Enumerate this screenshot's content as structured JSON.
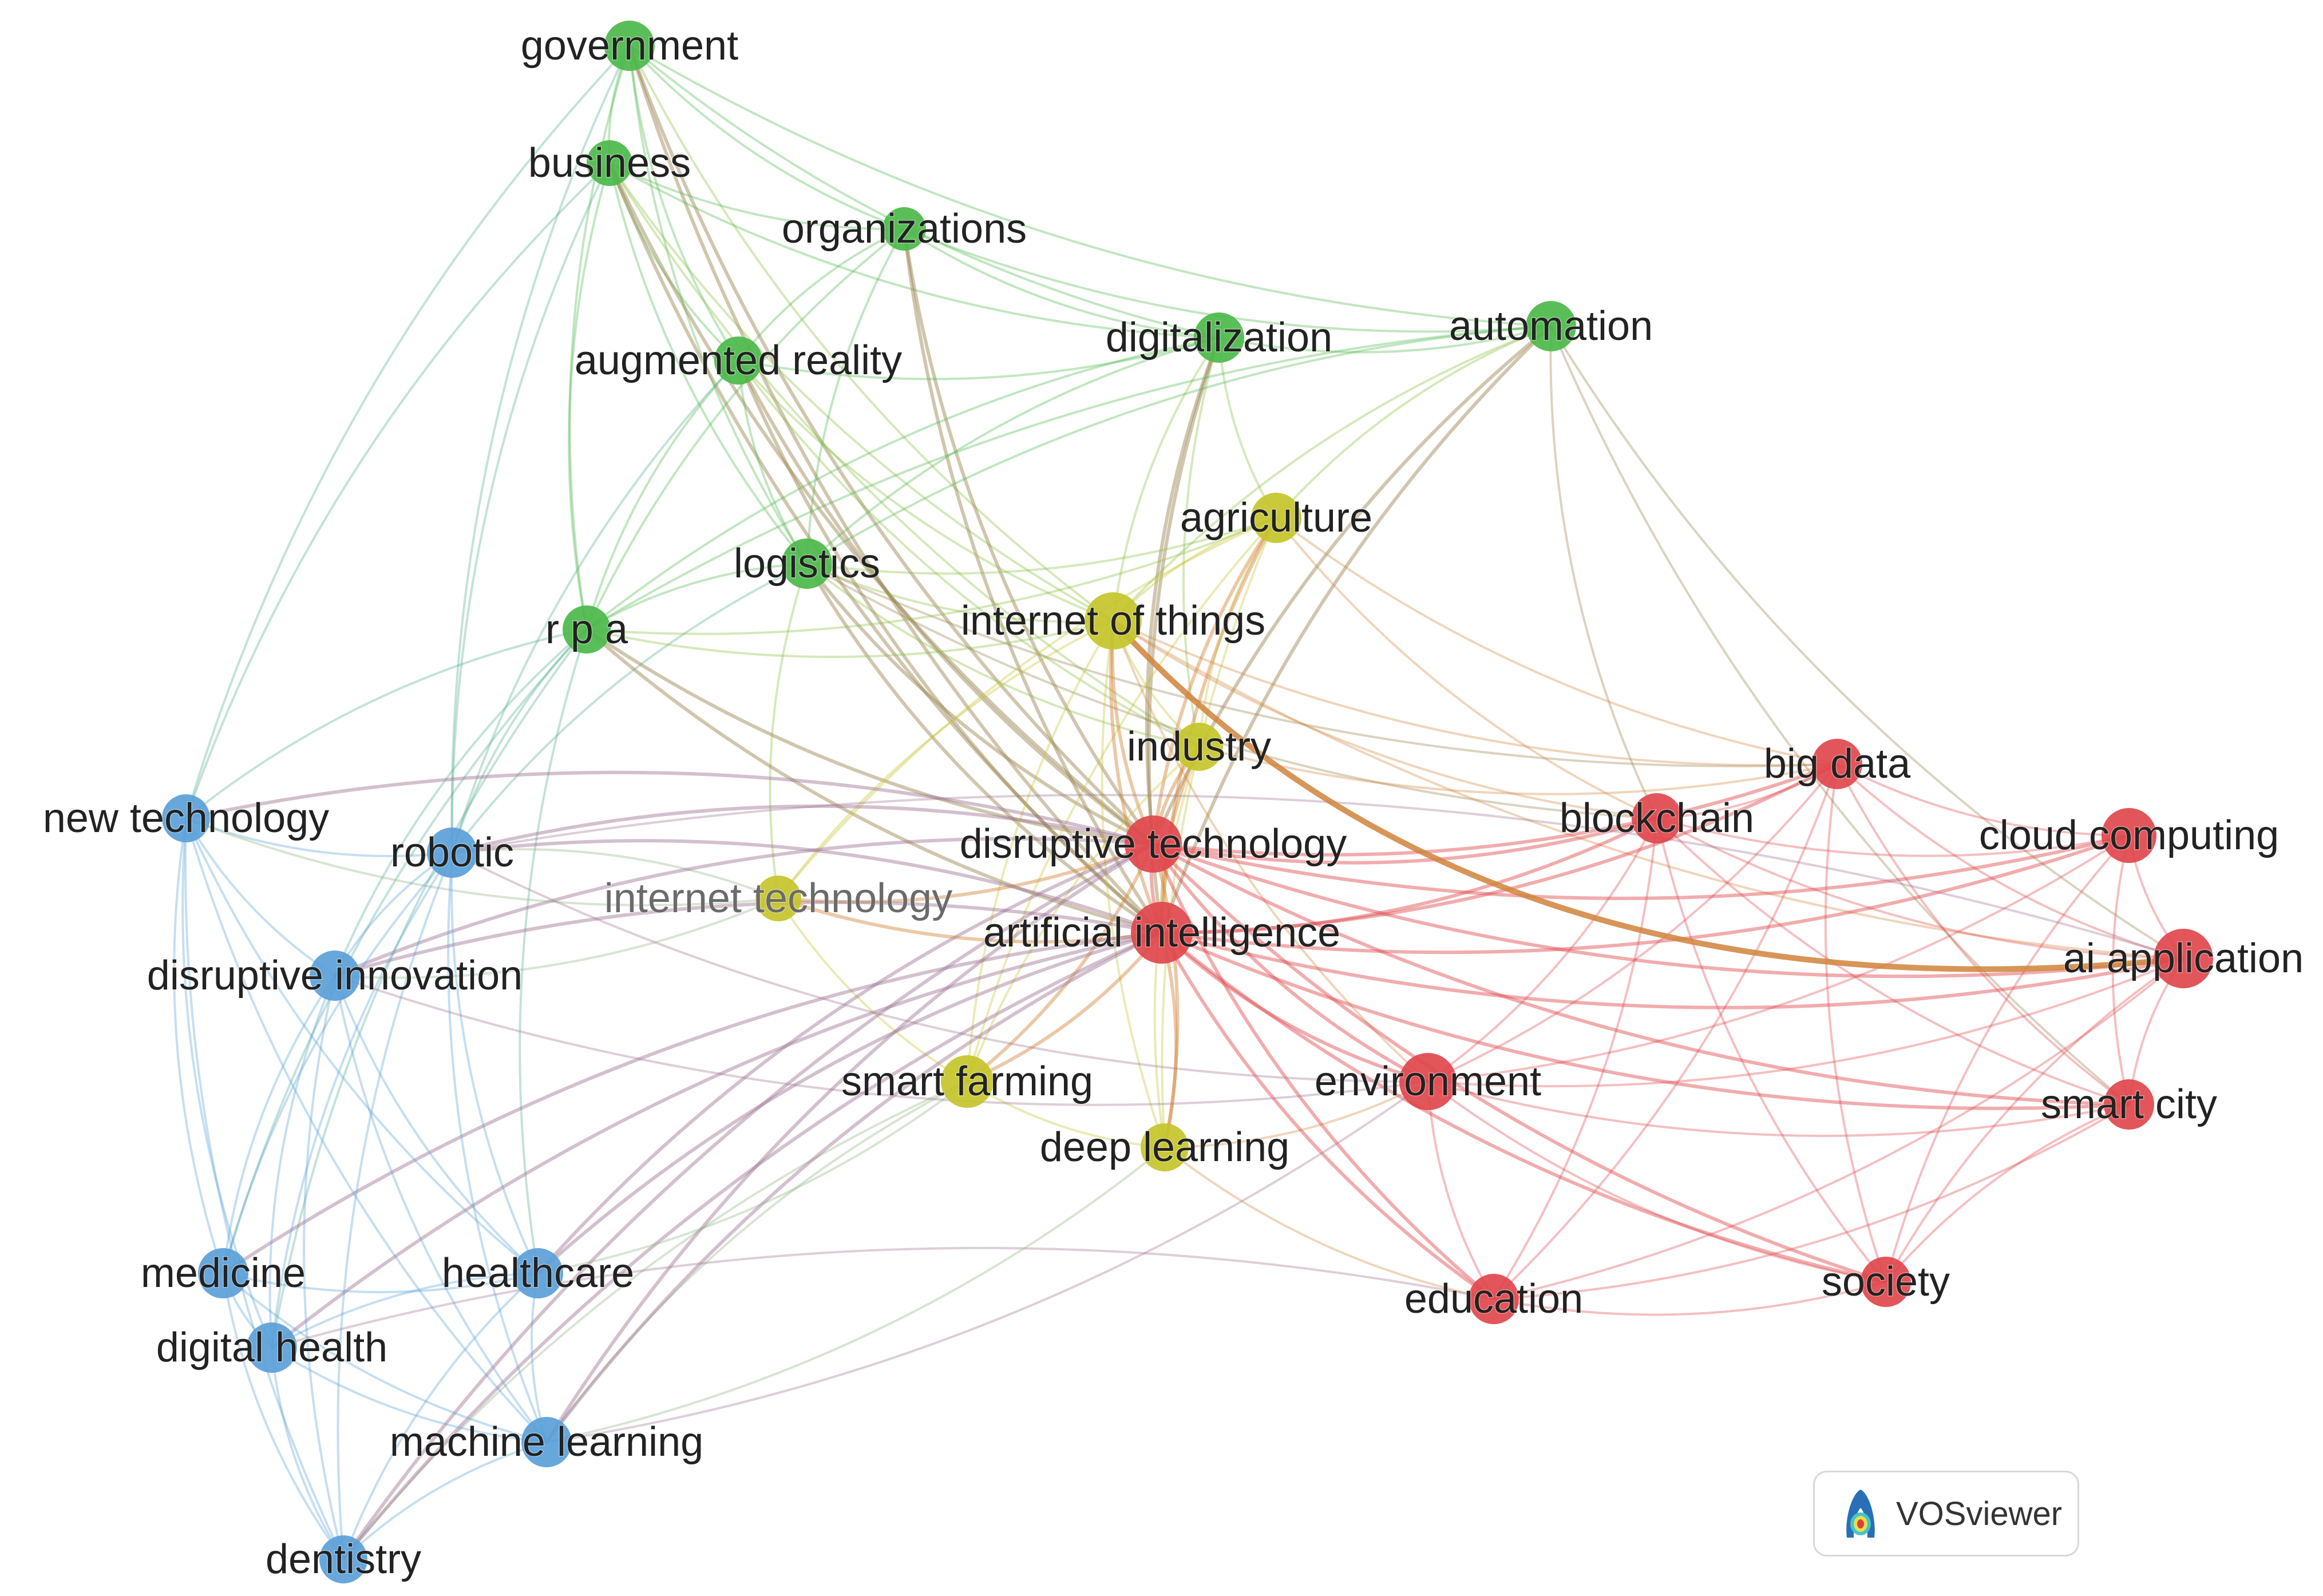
{
  "network": {
    "clusters": {
      "red": "#e0474c",
      "green": "#4cb84a",
      "blue": "#5aa0d8",
      "yellow": "#c4c42a"
    },
    "nodes": [
      {
        "id": "government",
        "label": "government",
        "cluster": "green"
      },
      {
        "id": "business",
        "label": "business",
        "cluster": "green"
      },
      {
        "id": "organizations",
        "label": "organizations",
        "cluster": "green"
      },
      {
        "id": "augmented_reality",
        "label": "augmented reality",
        "cluster": "green"
      },
      {
        "id": "digitalization",
        "label": "digitalization",
        "cluster": "green"
      },
      {
        "id": "automation",
        "label": "automation",
        "cluster": "green"
      },
      {
        "id": "logistics",
        "label": "logistics",
        "cluster": "green"
      },
      {
        "id": "rpa",
        "label": "r p a",
        "cluster": "green"
      },
      {
        "id": "agriculture",
        "label": "agriculture",
        "cluster": "yellow"
      },
      {
        "id": "internet_of_things",
        "label": "internet of things",
        "cluster": "yellow"
      },
      {
        "id": "industry",
        "label": "industry",
        "cluster": "yellow"
      },
      {
        "id": "internet_technology",
        "label": "internet technology",
        "cluster": "yellow"
      },
      {
        "id": "smart_farming",
        "label": "smart farming",
        "cluster": "yellow"
      },
      {
        "id": "deep_learning",
        "label": "deep learning",
        "cluster": "yellow"
      },
      {
        "id": "disruptive_technology",
        "label": "disruptive technology",
        "cluster": "red"
      },
      {
        "id": "artificial_intelligence",
        "label": "artificial intelligence",
        "cluster": "red"
      },
      {
        "id": "environment",
        "label": "environment",
        "cluster": "red"
      },
      {
        "id": "education",
        "label": "education",
        "cluster": "red"
      },
      {
        "id": "blockchain",
        "label": "blockchain",
        "cluster": "red"
      },
      {
        "id": "big_data",
        "label": "big data",
        "cluster": "red"
      },
      {
        "id": "cloud_computing",
        "label": "cloud computing",
        "cluster": "red"
      },
      {
        "id": "ai_application",
        "label": "ai application",
        "cluster": "red"
      },
      {
        "id": "smart_city",
        "label": "smart city",
        "cluster": "red"
      },
      {
        "id": "society",
        "label": "society",
        "cluster": "red"
      },
      {
        "id": "new_technology",
        "label": "new technology",
        "cluster": "blue"
      },
      {
        "id": "robotic",
        "label": "robotic",
        "cluster": "blue"
      },
      {
        "id": "disruptive_innovation",
        "label": "disruptive innovation",
        "cluster": "blue"
      },
      {
        "id": "medicine",
        "label": "medicine",
        "cluster": "blue"
      },
      {
        "id": "healthcare",
        "label": "healthcare",
        "cluster": "blue"
      },
      {
        "id": "digital_health",
        "label": "digital health",
        "cluster": "blue"
      },
      {
        "id": "machine_learning",
        "label": "machine learning",
        "cluster": "blue"
      },
      {
        "id": "dentistry",
        "label": "dentistry",
        "cluster": "blue"
      }
    ],
    "edges": [
      [
        "government",
        "business"
      ],
      [
        "government",
        "organizations"
      ],
      [
        "government",
        "augmented_reality"
      ],
      [
        "government",
        "logistics"
      ],
      [
        "government",
        "rpa"
      ],
      [
        "government",
        "digitalization"
      ],
      [
        "government",
        "automation"
      ],
      [
        "government",
        "new_technology"
      ],
      [
        "government",
        "artificial_intelligence"
      ],
      [
        "government",
        "disruptive_technology"
      ],
      [
        "government",
        "internet_of_things"
      ],
      [
        "government",
        "robotic"
      ],
      [
        "business",
        "organizations"
      ],
      [
        "business",
        "augmented_reality"
      ],
      [
        "business",
        "logistics"
      ],
      [
        "business",
        "digitalization"
      ],
      [
        "business",
        "rpa"
      ],
      [
        "business",
        "disruptive_technology"
      ],
      [
        "business",
        "artificial_intelligence"
      ],
      [
        "business",
        "new_technology"
      ],
      [
        "business",
        "robotic"
      ],
      [
        "business",
        "internet_of_things"
      ],
      [
        "business",
        "industry"
      ],
      [
        "organizations",
        "augmented_reality"
      ],
      [
        "organizations",
        "digitalization"
      ],
      [
        "organizations",
        "automation"
      ],
      [
        "organizations",
        "logistics"
      ],
      [
        "organizations",
        "rpa"
      ],
      [
        "organizations",
        "disruptive_technology"
      ],
      [
        "organizations",
        "artificial_intelligence"
      ],
      [
        "augmented_reality",
        "digitalization"
      ],
      [
        "augmented_reality",
        "logistics"
      ],
      [
        "augmented_reality",
        "rpa"
      ],
      [
        "augmented_reality",
        "internet_of_things"
      ],
      [
        "augmented_reality",
        "disruptive_technology"
      ],
      [
        "augmented_reality",
        "artificial_intelligence"
      ],
      [
        "augmented_reality",
        "industry"
      ],
      [
        "augmented_reality",
        "robotic"
      ],
      [
        "digitalization",
        "automation"
      ],
      [
        "digitalization",
        "agriculture"
      ],
      [
        "digitalization",
        "logistics"
      ],
      [
        "digitalization",
        "rpa"
      ],
      [
        "digitalization",
        "industry"
      ],
      [
        "digitalization",
        "internet_of_things"
      ],
      [
        "digitalization",
        "artificial_intelligence"
      ],
      [
        "digitalization",
        "disruptive_technology"
      ],
      [
        "automation",
        "agriculture"
      ],
      [
        "automation",
        "artificial_intelligence"
      ],
      [
        "automation",
        "disruptive_technology"
      ],
      [
        "automation",
        "logistics"
      ],
      [
        "automation",
        "rpa"
      ],
      [
        "automation",
        "blockchain"
      ],
      [
        "automation",
        "ai_application"
      ],
      [
        "automation",
        "smart_city"
      ],
      [
        "automation",
        "internet_of_things"
      ],
      [
        "logistics",
        "rpa"
      ],
      [
        "logistics",
        "internet_of_things"
      ],
      [
        "logistics",
        "agriculture"
      ],
      [
        "logistics",
        "industry"
      ],
      [
        "logistics",
        "disruptive_technology"
      ],
      [
        "logistics",
        "artificial_intelligence"
      ],
      [
        "logistics",
        "blockchain"
      ],
      [
        "logistics",
        "big_data"
      ],
      [
        "logistics",
        "internet_technology"
      ],
      [
        "logistics",
        "robotic"
      ],
      [
        "rpa",
        "internet_of_things"
      ],
      [
        "rpa",
        "robotic"
      ],
      [
        "rpa",
        "new_technology"
      ],
      [
        "rpa",
        "disruptive_innovation"
      ],
      [
        "rpa",
        "artificial_intelligence"
      ],
      [
        "rpa",
        "disruptive_technology"
      ],
      [
        "rpa",
        "agriculture"
      ],
      [
        "rpa",
        "healthcare"
      ],
      [
        "rpa",
        "medicine"
      ],
      [
        "rpa",
        "digital_health"
      ],
      [
        "agriculture",
        "internet_of_things"
      ],
      [
        "agriculture",
        "industry"
      ],
      [
        "agriculture",
        "smart_farming"
      ],
      [
        "agriculture",
        "deep_learning"
      ],
      [
        "agriculture",
        "disruptive_technology"
      ],
      [
        "agriculture",
        "artificial_intelligence"
      ],
      [
        "agriculture",
        "big_data"
      ],
      [
        "agriculture",
        "blockchain"
      ],
      [
        "agriculture",
        "internet_technology"
      ],
      [
        "internet_of_things",
        "industry"
      ],
      [
        "internet_of_things",
        "disruptive_technology"
      ],
      [
        "internet_of_things",
        "artificial_intelligence"
      ],
      [
        "internet_of_things",
        "smart_farming"
      ],
      [
        "internet_of_things",
        "deep_learning"
      ],
      [
        "internet_of_things",
        "internet_technology"
      ],
      [
        "internet_of_things",
        "ai_application"
      ],
      [
        "internet_of_things",
        "big_data"
      ],
      [
        "internet_of_things",
        "blockchain"
      ],
      [
        "internet_of_things",
        "environment"
      ],
      [
        "industry",
        "disruptive_technology"
      ],
      [
        "industry",
        "artificial_intelligence"
      ],
      [
        "industry",
        "smart_farming"
      ],
      [
        "industry",
        "deep_learning"
      ],
      [
        "industry",
        "big_data"
      ],
      [
        "internet_technology",
        "disruptive_technology"
      ],
      [
        "internet_technology",
        "artificial_intelligence"
      ],
      [
        "internet_technology",
        "robotic"
      ],
      [
        "internet_technology",
        "smart_farming"
      ],
      [
        "smart_farming",
        "artificial_intelligence"
      ],
      [
        "smart_farming",
        "deep_learning"
      ],
      [
        "smart_farming",
        "disruptive_technology"
      ],
      [
        "smart_farming",
        "machine_learning"
      ],
      [
        "smart_farming",
        "dentistry"
      ],
      [
        "deep_learning",
        "artificial_intelligence"
      ],
      [
        "deep_learning",
        "disruptive_technology"
      ],
      [
        "deep_learning",
        "environment"
      ],
      [
        "deep_learning",
        "education"
      ],
      [
        "disruptive_technology",
        "artificial_intelligence"
      ],
      [
        "disruptive_technology",
        "blockchain"
      ],
      [
        "disruptive_technology",
        "big_data"
      ],
      [
        "disruptive_technology",
        "cloud_computing"
      ],
      [
        "disruptive_technology",
        "ai_application"
      ],
      [
        "disruptive_technology",
        "smart_city"
      ],
      [
        "disruptive_technology",
        "environment"
      ],
      [
        "disruptive_technology",
        "education"
      ],
      [
        "disruptive_technology",
        "society"
      ],
      [
        "disruptive_technology",
        "robotic"
      ],
      [
        "disruptive_technology",
        "new_technology"
      ],
      [
        "disruptive_technology",
        "disruptive_innovation"
      ],
      [
        "disruptive_technology",
        "healthcare"
      ],
      [
        "disruptive_technology",
        "machine_learning"
      ],
      [
        "disruptive_technology",
        "dentistry"
      ],
      [
        "artificial_intelligence",
        "blockchain"
      ],
      [
        "artificial_intelligence",
        "big_data"
      ],
      [
        "artificial_intelligence",
        "cloud_computing"
      ],
      [
        "artificial_intelligence",
        "ai_application"
      ],
      [
        "artificial_intelligence",
        "smart_city"
      ],
      [
        "artificial_intelligence",
        "environment"
      ],
      [
        "artificial_intelligence",
        "education"
      ],
      [
        "artificial_intelligence",
        "society"
      ],
      [
        "artificial_intelligence",
        "robotic"
      ],
      [
        "artificial_intelligence",
        "disruptive_innovation"
      ],
      [
        "artificial_intelligence",
        "healthcare"
      ],
      [
        "artificial_intelligence",
        "machine_learning"
      ],
      [
        "artificial_intelligence",
        "digital_health"
      ],
      [
        "artificial_intelligence",
        "medicine"
      ],
      [
        "artificial_intelligence",
        "dentistry"
      ],
      [
        "environment",
        "blockchain"
      ],
      [
        "environment",
        "big_data"
      ],
      [
        "environment",
        "cloud_computing"
      ],
      [
        "environment",
        "ai_application"
      ],
      [
        "environment",
        "smart_city"
      ],
      [
        "environment",
        "education"
      ],
      [
        "environment",
        "society"
      ],
      [
        "education",
        "blockchain"
      ],
      [
        "education",
        "big_data"
      ],
      [
        "education",
        "society"
      ],
      [
        "education",
        "smart_city"
      ],
      [
        "education",
        "ai_application"
      ],
      [
        "education",
        "digital_health"
      ],
      [
        "blockchain",
        "big_data"
      ],
      [
        "blockchain",
        "cloud_computing"
      ],
      [
        "blockchain",
        "ai_application"
      ],
      [
        "blockchain",
        "smart_city"
      ],
      [
        "blockchain",
        "society"
      ],
      [
        "big_data",
        "cloud_computing"
      ],
      [
        "big_data",
        "ai_application"
      ],
      [
        "big_data",
        "smart_city"
      ],
      [
        "big_data",
        "society"
      ],
      [
        "cloud_computing",
        "ai_application"
      ],
      [
        "cloud_computing",
        "smart_city"
      ],
      [
        "cloud_computing",
        "society"
      ],
      [
        "ai_application",
        "smart_city"
      ],
      [
        "ai_application",
        "society"
      ],
      [
        "ai_application",
        "robotic"
      ],
      [
        "smart_city",
        "society"
      ],
      [
        "new_technology",
        "robotic"
      ],
      [
        "new_technology",
        "disruptive_innovation"
      ],
      [
        "new_technology",
        "medicine"
      ],
      [
        "new_technology",
        "healthcare"
      ],
      [
        "new_technology",
        "digital_health"
      ],
      [
        "new_technology",
        "machine_learning"
      ],
      [
        "new_technology",
        "dentistry"
      ],
      [
        "new_technology",
        "internet_technology"
      ],
      [
        "robotic",
        "disruptive_innovation"
      ],
      [
        "robotic",
        "medicine"
      ],
      [
        "robotic",
        "healthcare"
      ],
      [
        "robotic",
        "digital_health"
      ],
      [
        "robotic",
        "machine_learning"
      ],
      [
        "robotic",
        "dentistry"
      ],
      [
        "robotic",
        "environment"
      ],
      [
        "disruptive_innovation",
        "medicine"
      ],
      [
        "disruptive_innovation",
        "healthcare"
      ],
      [
        "disruptive_innovation",
        "digital_health"
      ],
      [
        "disruptive_innovation",
        "machine_learning"
      ],
      [
        "disruptive_innovation",
        "dentistry"
      ],
      [
        "disruptive_innovation",
        "internet_technology"
      ],
      [
        "disruptive_innovation",
        "environment"
      ],
      [
        "medicine",
        "healthcare"
      ],
      [
        "medicine",
        "digital_health"
      ],
      [
        "medicine",
        "machine_learning"
      ],
      [
        "medicine",
        "dentistry"
      ],
      [
        "healthcare",
        "digital_health"
      ],
      [
        "healthcare",
        "machine_learning"
      ],
      [
        "healthcare",
        "dentistry"
      ],
      [
        "healthcare",
        "smart_farming"
      ],
      [
        "digital_health",
        "machine_learning"
      ],
      [
        "digital_health",
        "dentistry"
      ],
      [
        "machine_learning",
        "dentistry"
      ],
      [
        "machine_learning",
        "deep_learning"
      ],
      [
        "machine_learning",
        "environment"
      ]
    ]
  },
  "badge": {
    "logo_icon": "vosviewer-logo-icon",
    "text": "VOSviewer"
  }
}
